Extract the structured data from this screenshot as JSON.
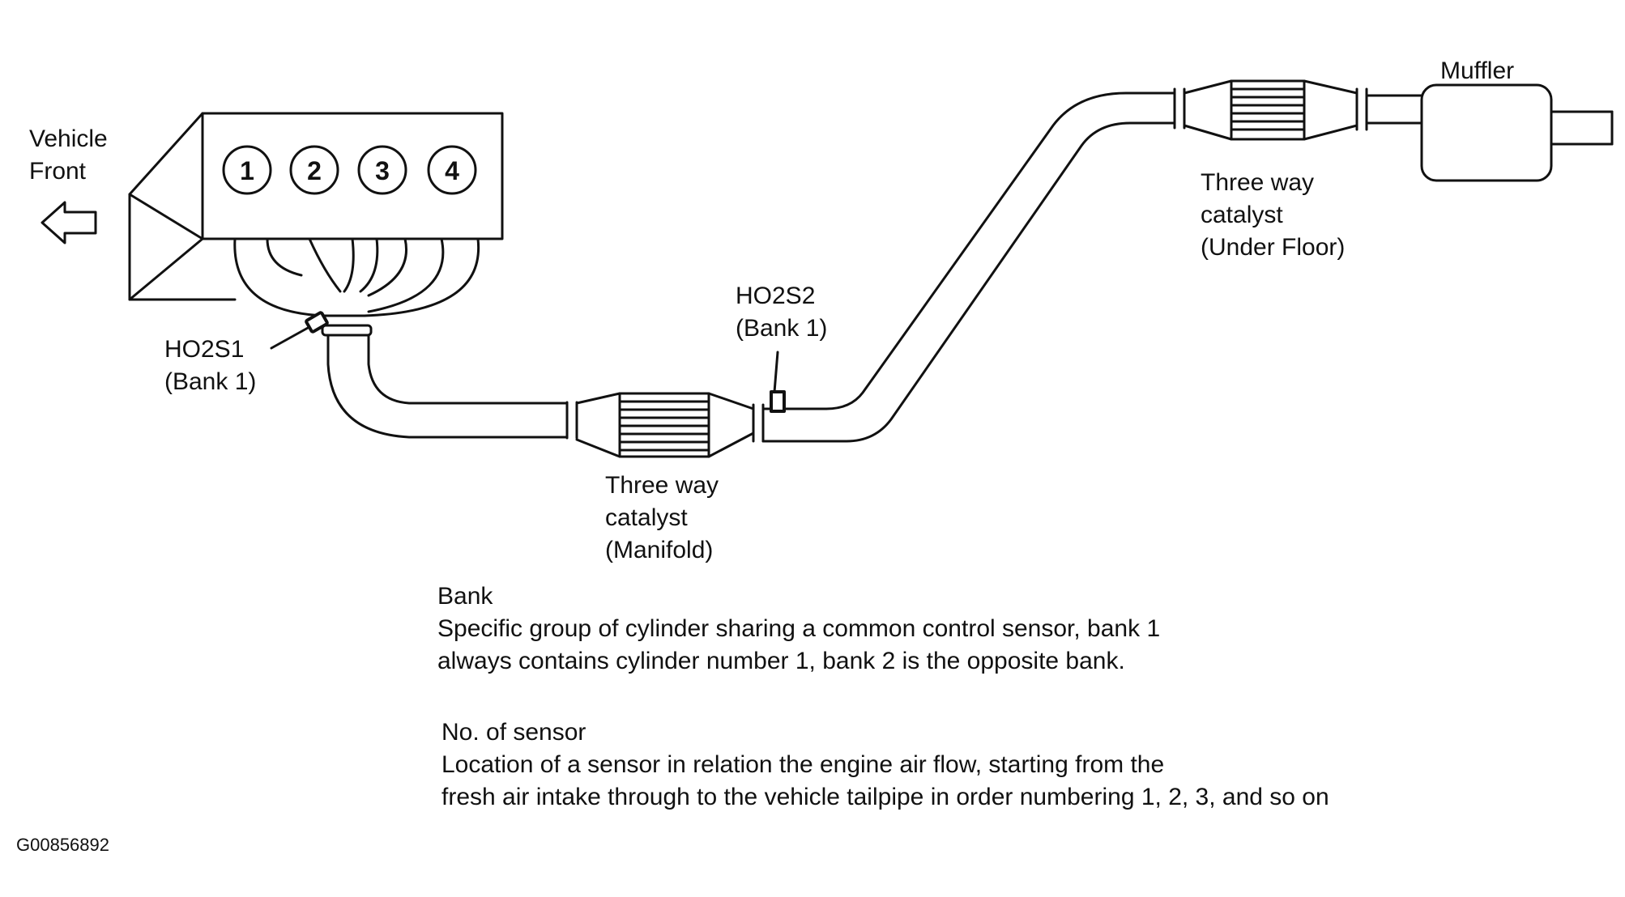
{
  "labels": {
    "vehicle_front_1": "Vehicle",
    "vehicle_front_2": "Front",
    "muffler": "Muffler",
    "ho2s1_1": "HO2S1",
    "ho2s1_2": "(Bank 1)",
    "ho2s2_1": "HO2S2",
    "ho2s2_2": "(Bank 1)",
    "cat_manifold_1": "Three way",
    "cat_manifold_2": "catalyst",
    "cat_manifold_3": "(Manifold)",
    "cat_underfloor_1": "Three way",
    "cat_underfloor_2": "catalyst",
    "cat_underfloor_3": "(Under Floor)"
  },
  "cylinders": [
    "1",
    "2",
    "3",
    "4"
  ],
  "notes": {
    "bank_title": "Bank",
    "bank_line1": "Specific group of cylinder sharing a common control sensor, bank 1",
    "bank_line2": "always contains cylinder number 1, bank 2 is the opposite bank.",
    "sensor_title": "No. of sensor",
    "sensor_line1": "Location of a sensor in relation the engine air flow, starting from the",
    "sensor_line2": "fresh air intake through to the vehicle tailpipe in order numbering 1, 2, 3, and so on"
  },
  "figure_id": "G00856892",
  "colors": {
    "ink": "#111111",
    "paper": "#ffffff"
  }
}
